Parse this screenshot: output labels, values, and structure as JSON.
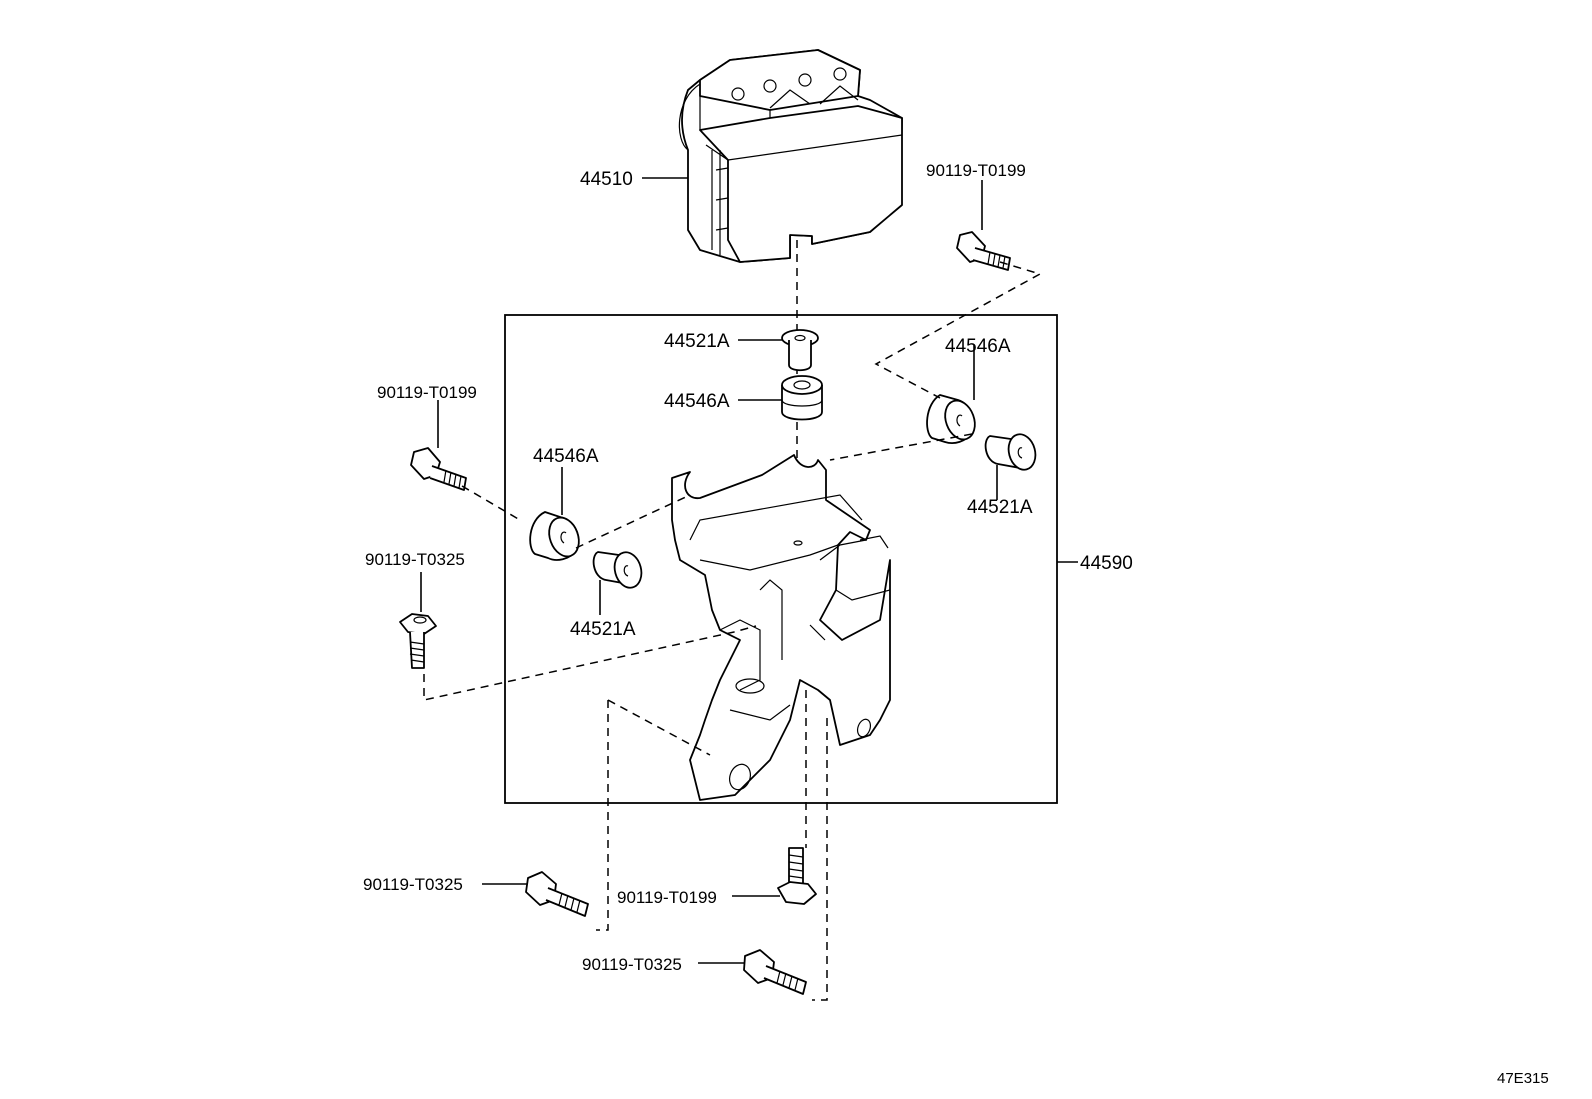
{
  "labels": {
    "abs_actuator": "44510",
    "bracket_assy": "44590",
    "collar_top": "44521A",
    "cushion_top": "44546A",
    "cushion_right": "44546A",
    "collar_right": "44521A",
    "cushion_left": "44546A",
    "collar_left": "44521A",
    "bolt_top_right": "90119-T0199",
    "bolt_left_upper": "90119-T0199",
    "bolt_left_middle": "90119-T0325",
    "bolt_bottom_left": "90119-T0325",
    "bolt_bottom_center": "90119-T0199",
    "bolt_bottom_right": "90119-T0325"
  },
  "illustration_code": "47E315"
}
